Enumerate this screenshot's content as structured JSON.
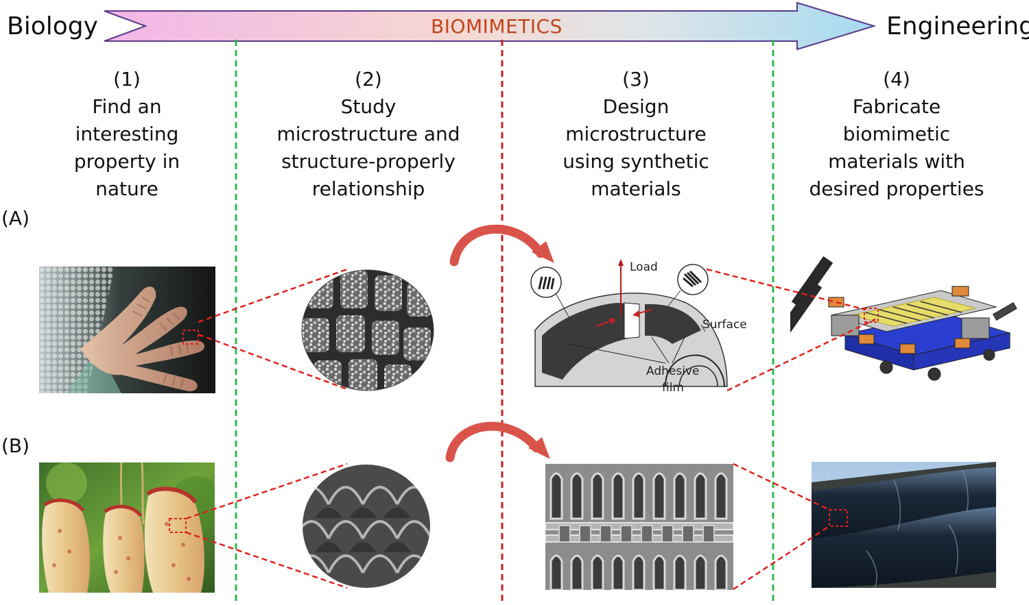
{
  "header": {
    "left_label": "Biology",
    "right_label": "Engineering",
    "arrow_label": "BIOMIMETICS"
  },
  "steps": [
    {
      "num": "(1)",
      "lines": [
        "Find an",
        "interesting",
        "property in",
        "nature"
      ]
    },
    {
      "num": "(2)",
      "lines": [
        "Study",
        "microstructure and",
        "structure-properly",
        "relationship"
      ]
    },
    {
      "num": "(3)",
      "lines": [
        "Design",
        "microstructure",
        "using synthetic",
        "materials"
      ]
    },
    {
      "num": "(4)",
      "lines": [
        "Fabricate",
        "biomimetic",
        "materials with",
        "desired properties"
      ]
    }
  ],
  "rows": {
    "a_label": "(A)",
    "b_label": "(B)"
  },
  "adhesive_diagram": {
    "load": "Load",
    "surface": "Surface",
    "adhesive_1": "Adhesive",
    "adhesive_2": "film"
  },
  "colors": {
    "green_divider": "#2db84a",
    "red_divider": "#d11f1f",
    "zoom_lines": "#e0201c",
    "curved_arrow": "#d9534a",
    "arrow_gradient_start": "#f3b7e6",
    "arrow_gradient_end": "#a9dcf0"
  }
}
